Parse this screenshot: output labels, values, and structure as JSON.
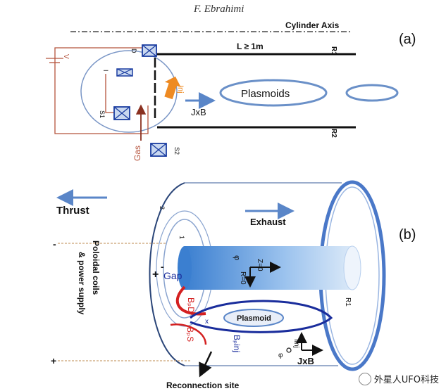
{
  "header": {
    "author": "F. Ebrahimi"
  },
  "panel_a": {
    "label": "(a)",
    "cylinder_axis": "Cylinder Axis",
    "length": "L ≥ 1m",
    "r1": "R1",
    "r2": "R2",
    "voltage": "V",
    "d": "D",
    "i": "I",
    "s1": "S1",
    "s2": "S2",
    "inj": "Inj",
    "jxb": "JxB",
    "plasmoids": "Plasmoids",
    "gas": "Gas"
  },
  "panel_b": {
    "label": "(b)",
    "thrust": "Thrust",
    "exhaust": "Exhaust",
    "poloidal_1": "Poloidal coils",
    "poloidal_2": "& power supply",
    "gap": "Gap",
    "plus": "+",
    "minus": "-",
    "coil_1": "1",
    "coil_2": "2",
    "r1": "R1",
    "plasmoid": "Plasmoid",
    "bp_d": "BₚD",
    "bp_s": "BₚS",
    "bp_inj": "Bₚinj",
    "i_inj": "Iinj",
    "jxb": "JxB",
    "z0": "Z=0",
    "r0": "R=0",
    "phi": "φ",
    "x": "x",
    "reconnection": "Reconnection site"
  },
  "watermark": {
    "text": "外星人UFO科技"
  },
  "colors": {
    "blue": "#4a78c8",
    "brown": "#b5533c",
    "orange": "#ee8a22",
    "navy": "#1a2d9c",
    "red": "#d42020"
  }
}
